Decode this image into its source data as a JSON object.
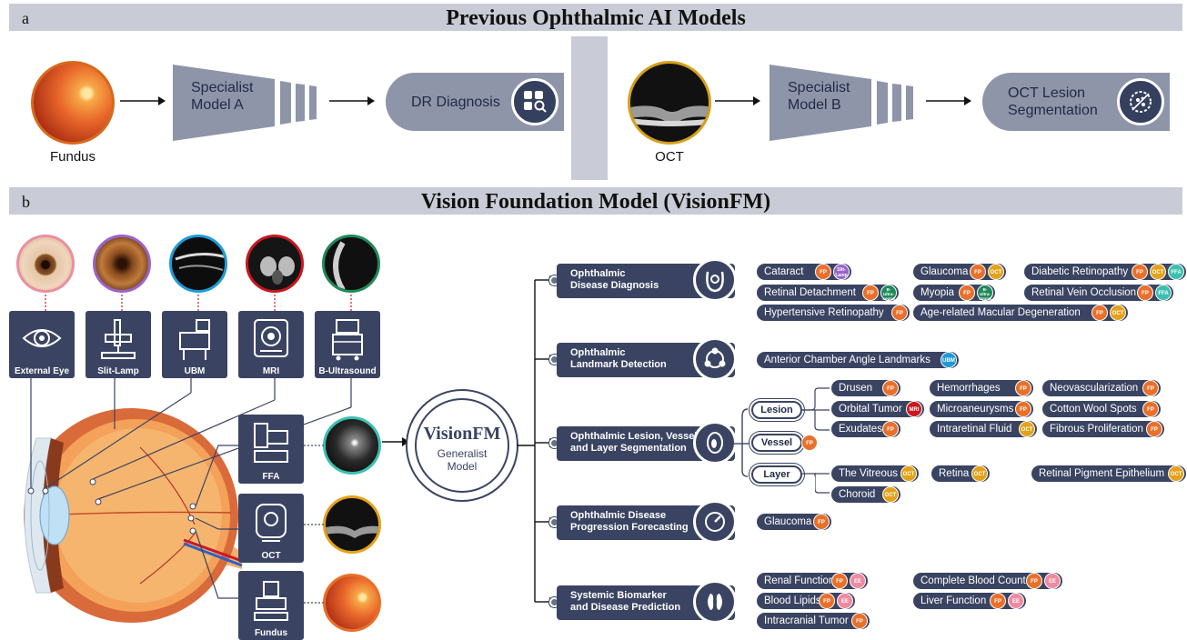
{
  "panel_a": {
    "letter": "a",
    "title": "Previous Ophthalmic AI Models",
    "left": {
      "input_label": "Fundus",
      "model_label": "Specialist\nModel A",
      "output_label": "DR Diagnosis",
      "output_icon": "diagnosis-search-icon"
    },
    "right": {
      "input_label": "OCT",
      "model_label": "Specialist\nModel B",
      "output_label": "OCT Lesion\nSegmentation",
      "output_icon": "segmentation-cell-icon"
    }
  },
  "panel_b": {
    "letter": "b",
    "title": "Vision Foundation Model (VisionFM)",
    "top_modalities": [
      "External Eye",
      "Slit-Lamp",
      "UBM",
      "MRI",
      "B-Ultrasound"
    ],
    "side_modalities": [
      "FFA",
      "OCT",
      "Fundus"
    ],
    "center": {
      "title": "VisionFM",
      "subtitle": "Generalist\nModel"
    },
    "tasks": [
      {
        "label": "Ophthalmic\nDisease Diagnosis",
        "icon": "eye-diagnosis-icon"
      },
      {
        "label": "Ophthalmic\nLandmark Detection",
        "icon": "landmark-nodes-icon"
      },
      {
        "label": "Ophthalmic Lesion, Vessel,\nand Layer Segmentation",
        "icon": "segmentation-eye-icon"
      },
      {
        "label": "Ophthalmic Disease\nProgression Forecasting",
        "icon": "gauge-icon"
      },
      {
        "label": "Systemic Biomarker\nand Disease Prediction",
        "icon": "kidney-icon"
      }
    ],
    "sub_groups": [
      "Lesion",
      "Vessel",
      "Layer"
    ],
    "diagnosis_items": [
      {
        "label": "Cataract",
        "tags": [
          "FP",
          "Slit-\nLamp"
        ]
      },
      {
        "label": "Glaucoma",
        "tags": [
          "FP",
          "OCT"
        ]
      },
      {
        "label": "Diabetic Retinopathy",
        "tags": [
          "FP",
          "OCT",
          "FFA"
        ]
      },
      {
        "label": "Retinal Detachment",
        "tags": [
          "FP",
          "B-\nUltra-\nsound"
        ]
      },
      {
        "label": "Myopia",
        "tags": [
          "FP",
          "B-\nUltra-\nsound"
        ]
      },
      {
        "label": "Retinal Vein Occlusion",
        "tags": [
          "FP",
          "FFA"
        ]
      },
      {
        "label": "Hypertensive Retinopathy",
        "tags": [
          "FP"
        ]
      },
      {
        "label": "Age-related Macular Degeneration",
        "tags": [
          "FP",
          "OCT"
        ]
      }
    ],
    "landmark_items": [
      {
        "label": "Anterior Chamber Angle Landmarks",
        "tags": [
          "UBM"
        ]
      }
    ],
    "lesion_items": [
      {
        "label": "Drusen",
        "tags": [
          "FP"
        ]
      },
      {
        "label": "Hemorrhages",
        "tags": [
          "FP"
        ]
      },
      {
        "label": "Neovascularization",
        "tags": [
          "FP"
        ]
      },
      {
        "label": "Orbital Tumor",
        "tags": [
          "MRI"
        ]
      },
      {
        "label": "Microaneurysms",
        "tags": [
          "FP"
        ]
      },
      {
        "label": "Cotton Wool Spots",
        "tags": [
          "FP"
        ]
      },
      {
        "label": "Exudates",
        "tags": [
          "FP"
        ]
      },
      {
        "label": "Intraretinal Fluid",
        "tags": [
          "OCT"
        ]
      },
      {
        "label": "Fibrous Proliferation",
        "tags": [
          "FP"
        ]
      }
    ],
    "vessel_tags": [
      "FP"
    ],
    "layer_items": [
      {
        "label": "The Vitreous",
        "tags": [
          "OCT"
        ]
      },
      {
        "label": "Retina",
        "tags": [
          "OCT"
        ]
      },
      {
        "label": "Retinal Pigment Epithelium",
        "tags": [
          "OCT"
        ]
      },
      {
        "label": "Choroid",
        "tags": [
          "OCT"
        ]
      }
    ],
    "forecast_items": [
      {
        "label": "Glaucoma",
        "tags": [
          "FP"
        ]
      }
    ],
    "systemic_items": [
      {
        "label": "Renal Function",
        "tags": [
          "FP",
          "EE"
        ]
      },
      {
        "label": "Complete Blood Count",
        "tags": [
          "FP",
          "EE"
        ]
      },
      {
        "label": "Blood Lipids",
        "tags": [
          "FP",
          "EE"
        ]
      },
      {
        "label": "Liver Function",
        "tags": [
          "FP",
          "EE"
        ]
      },
      {
        "label": "Intracranial Tumor",
        "tags": [
          "FP"
        ]
      }
    ]
  },
  "colors": {
    "navy": "#3a4462",
    "band": "#c9ccd6",
    "fp": "#e8702a",
    "oct": "#e3a21a",
    "ffa": "#3bbfb0",
    "slit_lamp": "#9a64c8",
    "ubm": "#1e9bd7",
    "mri": "#c8171e",
    "b_ultrasound": "#1f8a5a",
    "ee": "#ef8aa0"
  }
}
